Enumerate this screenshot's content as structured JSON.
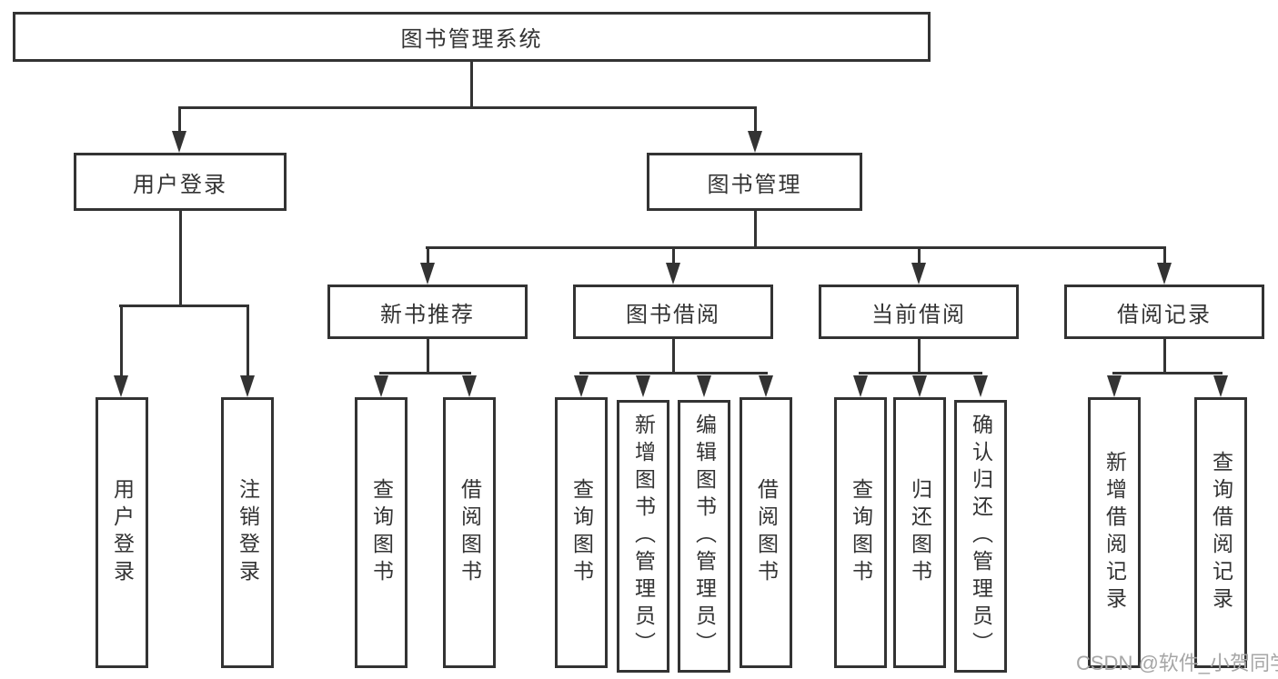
{
  "diagram": {
    "type": "hierarchy-tree",
    "title": "图书管理系统"
  },
  "tree": {
    "label": "图书管理系统",
    "children": [
      {
        "label": "用户登录",
        "children": [
          {
            "label": "用户登录"
          },
          {
            "label": "注销登录"
          }
        ]
      },
      {
        "label": "图书管理",
        "children": [
          {
            "label": "新书推荐",
            "children": [
              {
                "label": "查询图书"
              },
              {
                "label": "借阅图书"
              }
            ]
          },
          {
            "label": "图书借阅",
            "children": [
              {
                "label": "查询图书"
              },
              {
                "label": "新增图书（管理员）"
              },
              {
                "label": "编辑图书（管理员）"
              },
              {
                "label": "借阅图书"
              }
            ]
          },
          {
            "label": "当前借阅",
            "children": [
              {
                "label": "查询图书"
              },
              {
                "label": "归还图书"
              },
              {
                "label": "确认归还（管理员）"
              }
            ]
          },
          {
            "label": "借阅记录",
            "children": [
              {
                "label": "新增借阅记录"
              },
              {
                "label": "查询借阅记录"
              }
            ]
          }
        ]
      }
    ]
  },
  "watermark": {
    "text": "CSDN @软件_小贺同学"
  },
  "colors": {
    "line": "#333333",
    "text": "#333333",
    "background": "#ffffff",
    "watermark": "#a6a6a6"
  }
}
